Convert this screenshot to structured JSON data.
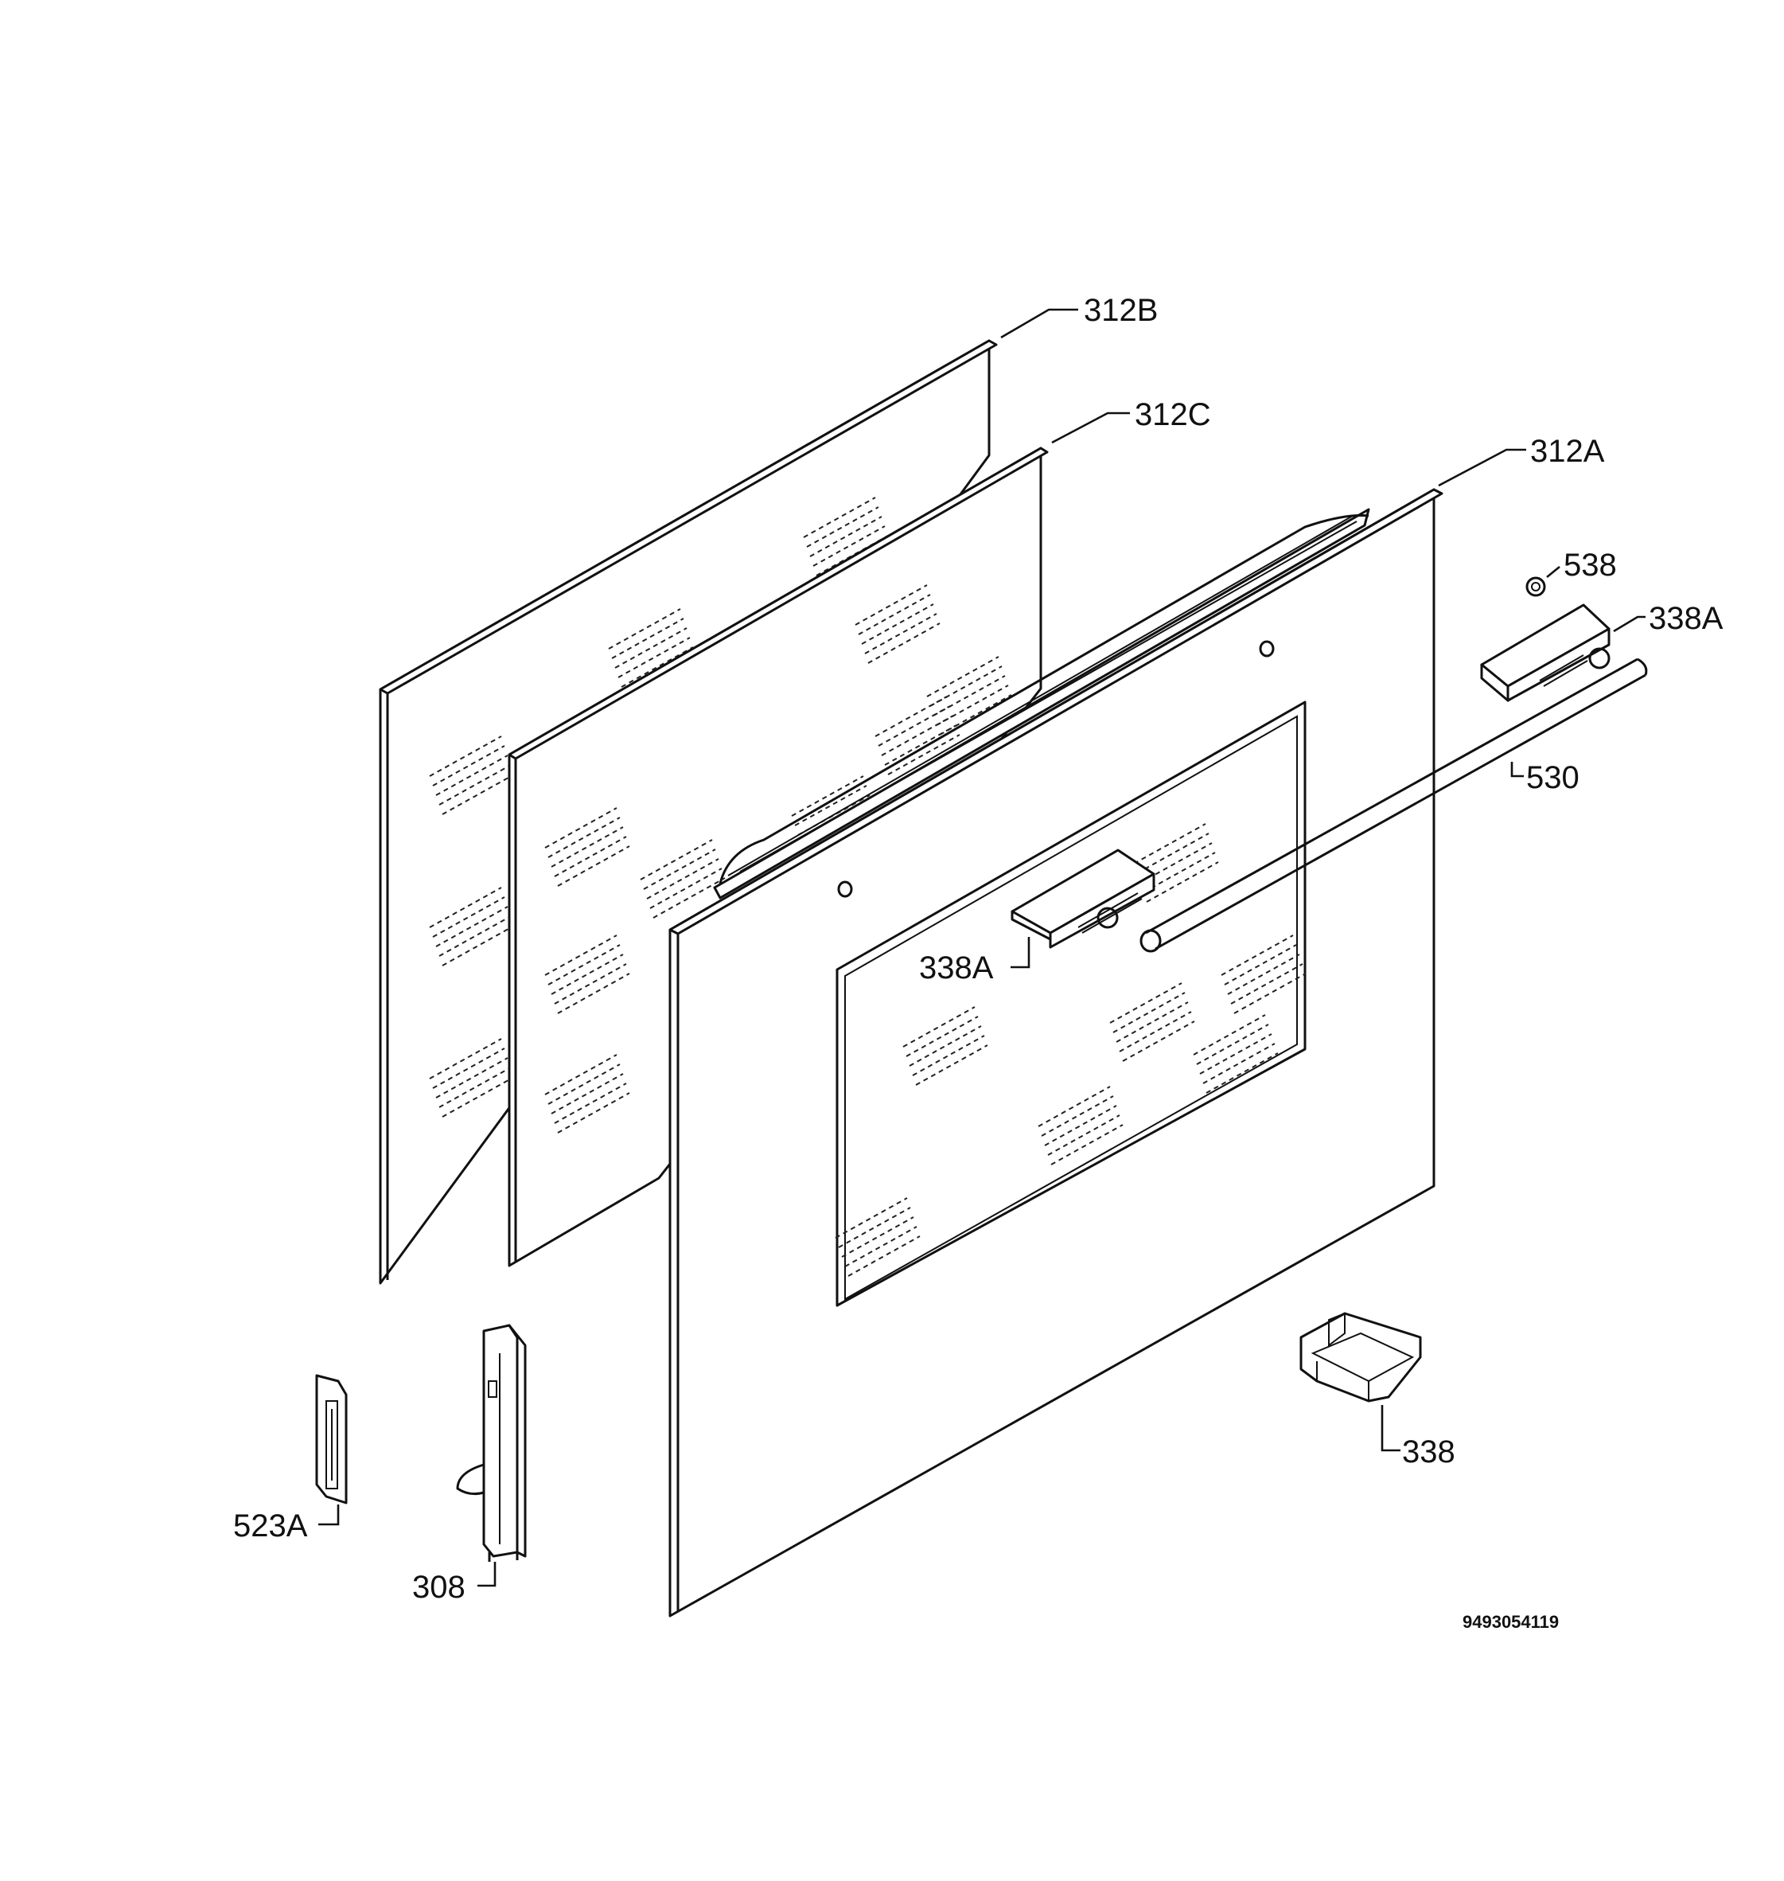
{
  "diagram": {
    "part_labels": {
      "p312B": "312B",
      "p312C": "312C",
      "p312A": "312A",
      "p538": "538",
      "p338A_top": "338A",
      "p530": "530",
      "p338A_mid": "338A",
      "p338": "338",
      "p523A": "523A",
      "p308": "308"
    },
    "drawing_code": "9493054119"
  }
}
